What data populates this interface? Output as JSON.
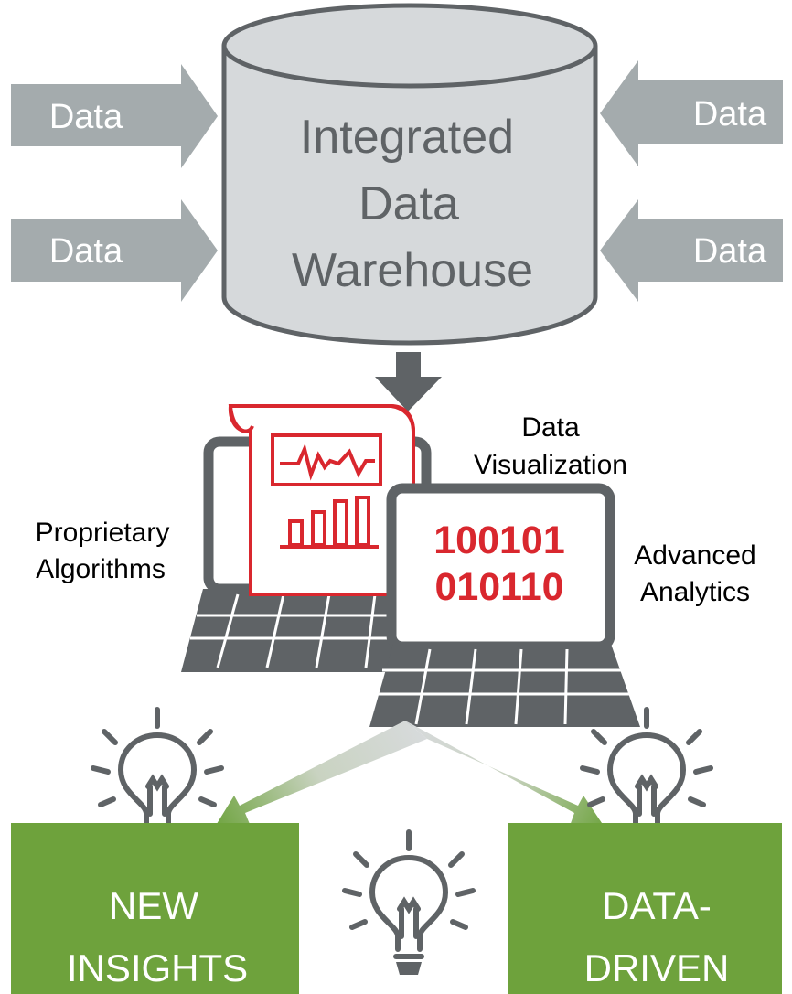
{
  "warehouse": {
    "line1": "Integrated",
    "line2": "Data",
    "line3": "Warehouse"
  },
  "inputs": [
    {
      "label": "Data"
    },
    {
      "label": "Data"
    },
    {
      "label": "Data"
    },
    {
      "label": "Data"
    }
  ],
  "tools": {
    "visualization_line1": "Data",
    "visualization_line2": "Visualization",
    "algorithms_line1": "Proprietary",
    "algorithms_line2": "Algorithms",
    "analytics_line1": "Advanced",
    "analytics_line2": "Analytics",
    "binary_line1": "100101",
    "binary_line2": "010110"
  },
  "outcomes": {
    "left_line1": "NEW",
    "left_line2": "INSIGHTS",
    "right_line1": "DATA-",
    "right_line2": "DRIVEN"
  },
  "colors": {
    "gray_arrow": "#a4abad",
    "dark_gray": "#5f6366",
    "cylinder_fill": "#d6d9db",
    "red": "#d9272e",
    "green": "#6ea23c"
  }
}
